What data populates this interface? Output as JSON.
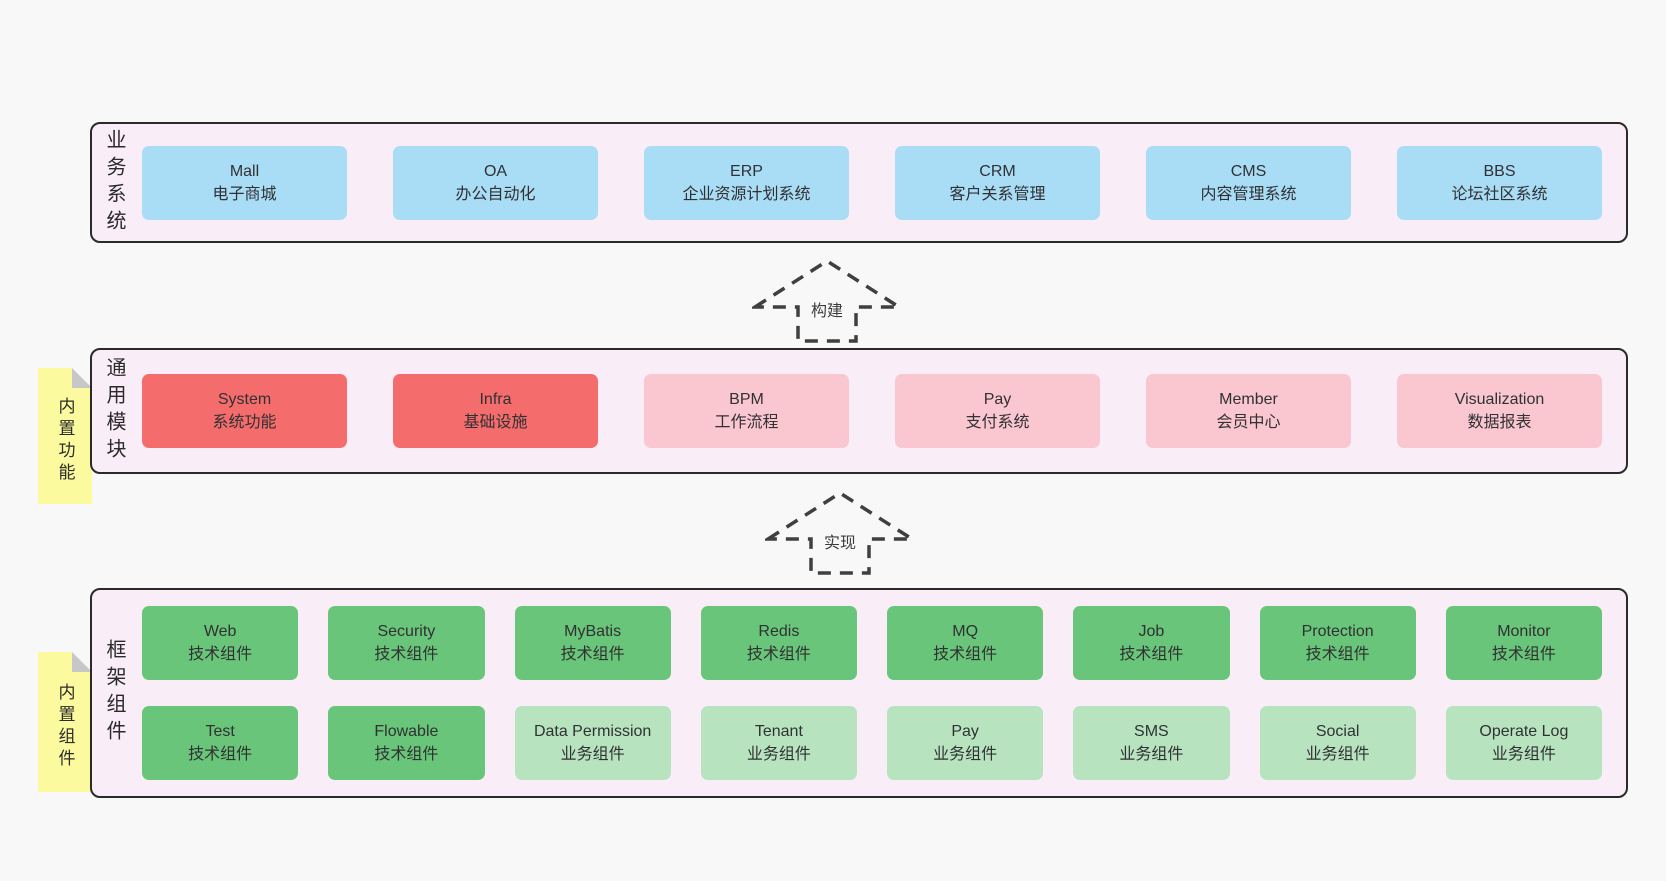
{
  "colors": {
    "page_bg": "#f8f8f8",
    "panel_bg": "#f9eef8",
    "panel_border": "#2a2a2a",
    "blue_box": "#a9dcf5",
    "red_box": "#f56c6c",
    "pink_box": "#fac6cf",
    "green_box": "#69c579",
    "light_green_box": "#b7e4bf",
    "sticky_yellow": "#fbfa9e",
    "text": "#303133"
  },
  "arrows": [
    {
      "label": "构建"
    },
    {
      "label": "实现"
    }
  ],
  "stickies": [
    {
      "text": "内置功能"
    },
    {
      "text": "内置组件"
    }
  ],
  "layers": [
    {
      "id": "business-systems",
      "label": "业务系统",
      "boxes": [
        {
          "title": "Mall",
          "subtitle": "电子商城",
          "variant": "blue"
        },
        {
          "title": "OA",
          "subtitle": "办公自动化",
          "variant": "blue"
        },
        {
          "title": "ERP",
          "subtitle": "企业资源计划系统",
          "variant": "blue"
        },
        {
          "title": "CRM",
          "subtitle": "客户关系管理",
          "variant": "blue"
        },
        {
          "title": "CMS",
          "subtitle": "内容管理系统",
          "variant": "blue"
        },
        {
          "title": "BBS",
          "subtitle": "论坛社区系统",
          "variant": "blue"
        }
      ]
    },
    {
      "id": "common-modules",
      "label": "通用模块",
      "boxes": [
        {
          "title": "System",
          "subtitle": "系统功能",
          "variant": "red"
        },
        {
          "title": "Infra",
          "subtitle": "基础设施",
          "variant": "red"
        },
        {
          "title": "BPM",
          "subtitle": "工作流程",
          "variant": "pink"
        },
        {
          "title": "Pay",
          "subtitle": "支付系统",
          "variant": "pink"
        },
        {
          "title": "Member",
          "subtitle": "会员中心",
          "variant": "pink"
        },
        {
          "title": "Visualization",
          "subtitle": "数据报表",
          "variant": "pink"
        }
      ]
    },
    {
      "id": "framework-components",
      "label": "框架组件",
      "rows": [
        [
          {
            "title": "Web",
            "subtitle": "技术组件",
            "variant": "green"
          },
          {
            "title": "Security",
            "subtitle": "技术组件",
            "variant": "green"
          },
          {
            "title": "MyBatis",
            "subtitle": "技术组件",
            "variant": "green"
          },
          {
            "title": "Redis",
            "subtitle": "技术组件",
            "variant": "green"
          },
          {
            "title": "MQ",
            "subtitle": "技术组件",
            "variant": "green"
          },
          {
            "title": "Job",
            "subtitle": "技术组件",
            "variant": "green"
          },
          {
            "title": "Protection",
            "subtitle": "技术组件",
            "variant": "green"
          },
          {
            "title": "Monitor",
            "subtitle": "技术组件",
            "variant": "green"
          }
        ],
        [
          {
            "title": "Test",
            "subtitle": "技术组件",
            "variant": "green"
          },
          {
            "title": "Flowable",
            "subtitle": "技术组件",
            "variant": "green"
          },
          {
            "title": "Data Permission",
            "subtitle": "业务组件",
            "variant": "lightgreen"
          },
          {
            "title": "Tenant",
            "subtitle": "业务组件",
            "variant": "lightgreen"
          },
          {
            "title": "Pay",
            "subtitle": "业务组件",
            "variant": "lightgreen"
          },
          {
            "title": "SMS",
            "subtitle": "业务组件",
            "variant": "lightgreen"
          },
          {
            "title": "Social",
            "subtitle": "业务组件",
            "variant": "lightgreen"
          },
          {
            "title": "Operate Log",
            "subtitle": "业务组件",
            "variant": "lightgreen"
          }
        ]
      ]
    }
  ]
}
